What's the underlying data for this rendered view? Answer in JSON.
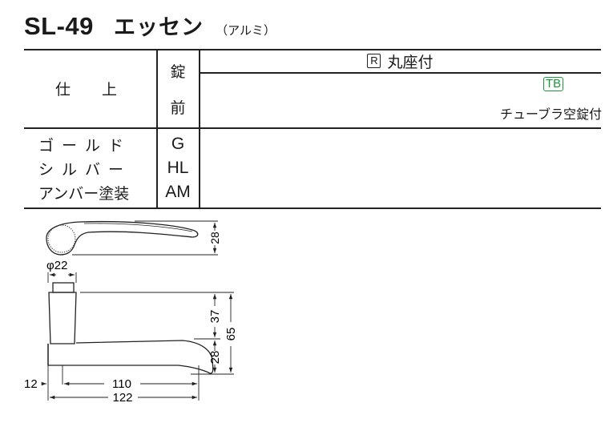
{
  "title": {
    "model": "SL-49",
    "name": "エッセン",
    "material": "（アルミ）"
  },
  "spec_table": {
    "header": {
      "finish_label": "仕　上",
      "lock_label_top": "錠",
      "lock_label_bottom": "前",
      "rose_label": "丸座付",
      "rose_badge": "R",
      "tubular_badge": "TB",
      "tubular_label": "チューブラ空錠付"
    },
    "rows": [
      {
        "finish": "ゴールド",
        "code": "G"
      },
      {
        "finish": "シルバー",
        "code": "HL"
      },
      {
        "finish": "アンバー塗装",
        "code": "AM"
      }
    ]
  },
  "drawing": {
    "top_view": {
      "height_dim": "28",
      "rose_diameter": "φ22"
    },
    "side_view": {
      "dim_37": "37",
      "dim_65": "65",
      "dim_28": "28",
      "dim_12": "12",
      "dim_110": "110",
      "dim_122": "122"
    }
  },
  "colors": {
    "tb_badge": "#1a9a3a",
    "line": "#222222"
  }
}
